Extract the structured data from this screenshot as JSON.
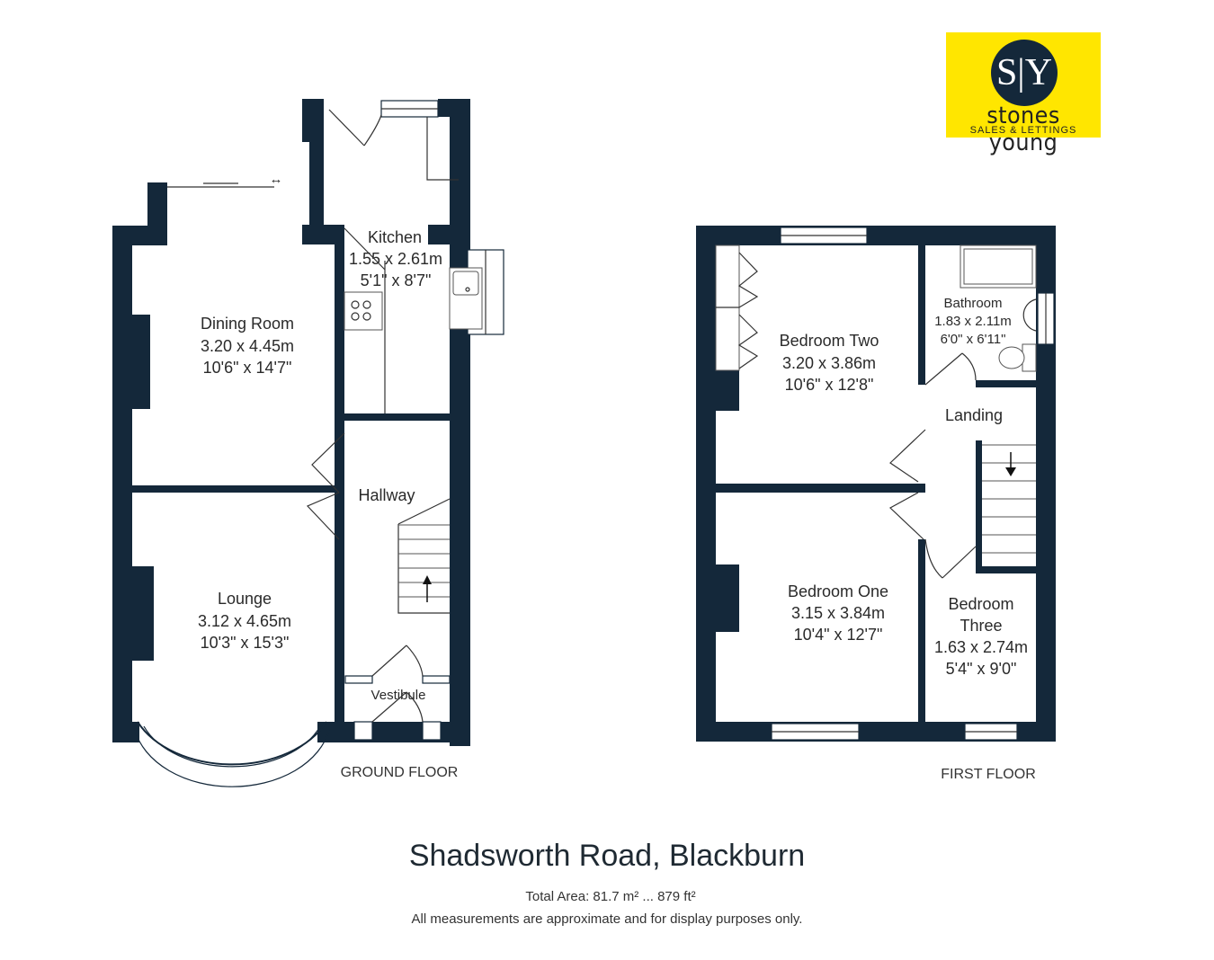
{
  "logo": {
    "monogram": "S|Y",
    "name": "stones young",
    "tagline": "SALES & LETTINGS",
    "brand_color": "#ffe600",
    "circle_color": "#14283a"
  },
  "ground_floor": {
    "label": "GROUND FLOOR",
    "rooms": [
      {
        "name": "Kitchen",
        "metric": "1.55 x 2.61m",
        "imperial": "5'1\" x 8'7\""
      },
      {
        "name": "Dining Room",
        "metric": "3.20 x 4.45m",
        "imperial": "10'6\" x 14'7\""
      },
      {
        "name": "Hallway"
      },
      {
        "name": "Lounge",
        "metric": "3.12 x 4.65m",
        "imperial": "10'3\" x 15'3\""
      },
      {
        "name": "Vestibule"
      }
    ]
  },
  "first_floor": {
    "label": "FIRST FLOOR",
    "rooms": [
      {
        "name": "Bedroom Two",
        "metric": "3.20 x 3.86m",
        "imperial": "10'6\" x 12'8\""
      },
      {
        "name": "Bathroom",
        "metric": "1.83 x 2.11m",
        "imperial": "6'0\" x 6'11\""
      },
      {
        "name": "Landing"
      },
      {
        "name": "Bedroom One",
        "metric": "3.15 x 3.84m",
        "imperial": "10'4\" x 12'7\""
      },
      {
        "name": "Bedroom",
        "name2": "Three",
        "metric": "1.63 x 2.74m",
        "imperial": "5'4\" x 9'0\""
      }
    ]
  },
  "footer": {
    "title": "Shadsworth Road, Blackburn",
    "total_area": "Total Area: 81.7 m² ... 879 ft²",
    "disclaimer": "All measurements are approximate and for display purposes only."
  },
  "colors": {
    "wall": "#14283a",
    "background": "#ffffff"
  }
}
